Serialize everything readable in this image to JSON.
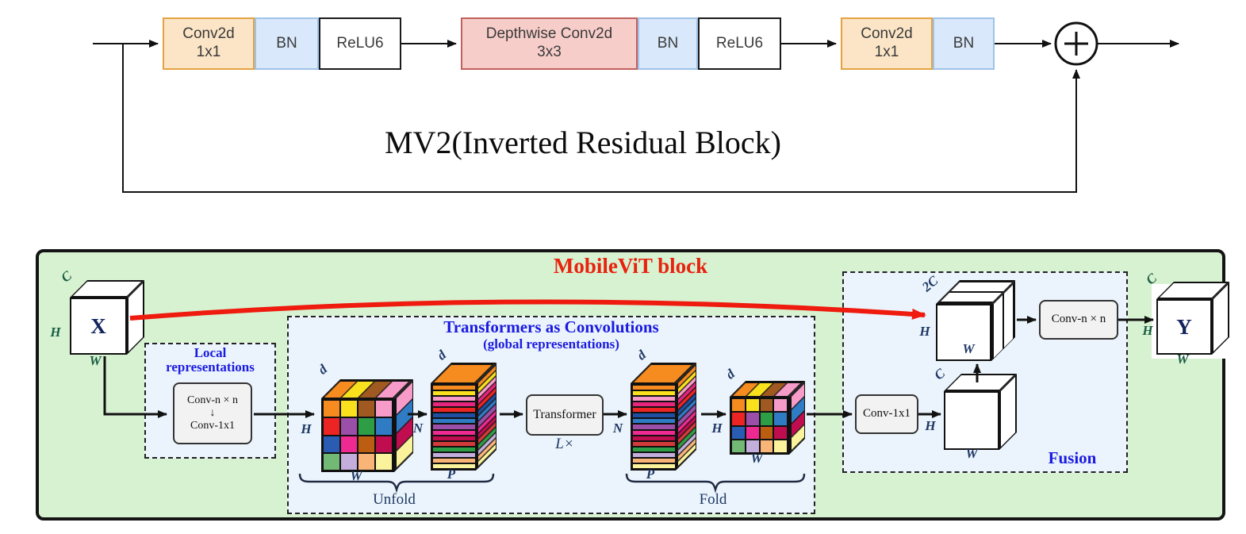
{
  "mv2": {
    "title": "MV2(Inverted Residual Block)",
    "blocks": [
      {
        "label": "Conv2d\n1x1"
      },
      {
        "label": "BN"
      },
      {
        "label": "ReLU6"
      },
      {
        "label": "Depthwise Conv2d\n3x3"
      },
      {
        "label": "BN"
      },
      {
        "label": "ReLU6"
      },
      {
        "label": "Conv2d\n1x1"
      },
      {
        "label": "BN"
      }
    ],
    "add_icon": "plus-circle",
    "colors": {
      "conv_fill": "#FCE5C6",
      "conv_border": "#E3A342",
      "bn_fill": "#D9E8FA",
      "bn_border": "#9FC3E8",
      "relu_fill": "#FFFFFF",
      "relu_border": "#1A1A1A",
      "depthwise_fill": "#F7CDCA",
      "depthwise_border": "#C2605C"
    }
  },
  "mobilevit": {
    "title": "MobileViT block",
    "title_color": "#E8220F",
    "background_color": "#D7F2D1",
    "panel_color": "#EBF4FC",
    "skip_arrow_color": "#EE1B0E",
    "local": {
      "title_line1": "Local",
      "title_line2": "representations",
      "conv_top": "Conv-n × n",
      "arrow_down": "↓",
      "conv_bottom": "Conv-1x1"
    },
    "transformers": {
      "title": "Transformers as Convolutions",
      "subtitle": "(global representations)",
      "transformer_label": "Transformer",
      "repeat_label": "L×",
      "unfold_label": "Unfold",
      "fold_label": "Fold"
    },
    "fusion": {
      "title": "Fusion",
      "conv1x1_label": "Conv-1x1",
      "convnn_label": "Conv-n × n"
    },
    "tensors": {
      "x": "X",
      "y": "Y"
    },
    "labels": {
      "c": "C",
      "two_c": "2C",
      "h": "H",
      "w": "W",
      "d": "d",
      "n_tokens": "N",
      "p": "P"
    }
  },
  "palette": {
    "cube_front": [
      "#F68B1F",
      "#F9E11E",
      "#A05A21",
      "#F79BC9",
      "#ED2424",
      "#9C4FA8",
      "#2E9E46",
      "#2F7BC4",
      "#2A5CB4",
      "#EE2A92",
      "#BB5E11",
      "#C00D4F",
      "#71B974",
      "#C3AEDC",
      "#F9B577",
      "#FAF39B"
    ],
    "cube_top": [
      "#F68B1F",
      "#F9E11E",
      "#A05A21",
      "#F79BC9"
    ],
    "cube_side": [
      "#F79BC9",
      "#2F7BC4",
      "#C00D4F",
      "#FAF39B"
    ],
    "stack_layers": [
      "#F68B1F",
      "#F9E11E",
      "#F79BC9",
      "#E8257E",
      "#ED2424",
      "#1F4FA0",
      "#2F7BC4",
      "#9C4FA8",
      "#EE2A92",
      "#C00D4F",
      "#D43A3A",
      "#2E9E46",
      "#C3AEDC",
      "#F9B577",
      "#FAF39B"
    ],
    "stack_top": [
      "#F68B1F"
    ],
    "concat_halves": [
      "#FFFFFF",
      "#FFFFFF"
    ]
  }
}
